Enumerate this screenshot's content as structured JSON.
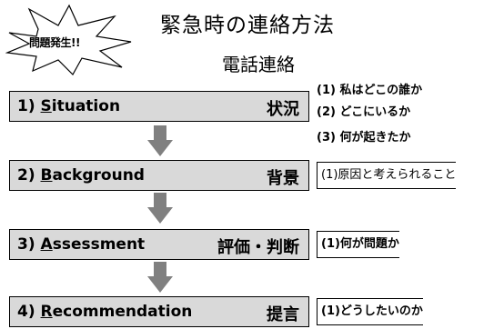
{
  "burst": {
    "label": "問題発生!!"
  },
  "title": "緊急時の連絡方法",
  "subtitle": "電話連絡",
  "steps": [
    {
      "number": "1)",
      "initial": "S",
      "rest": "ituation",
      "ja": "状況",
      "notes": [
        "(1) 私はどこの誰か",
        "(2) どこにいるか",
        "(3) 何が起きたか"
      ]
    },
    {
      "number": "2)",
      "initial": "B",
      "rest": "ackground",
      "ja": "背景",
      "notes": [
        "(1)原因と考えられること"
      ]
    },
    {
      "number": "3)",
      "initial": "A",
      "rest": "ssessment",
      "ja": "評価・判断",
      "notes": [
        "(1)何が問題か"
      ]
    },
    {
      "number": "4)",
      "initial": "R",
      "rest": "ecommendation",
      "ja": "提言",
      "notes": [
        "(1)どうしたいのか"
      ]
    }
  ],
  "colors": {
    "box_fill": "#d9d9d9",
    "arrow_fill": "#808080",
    "text": "#000000"
  }
}
